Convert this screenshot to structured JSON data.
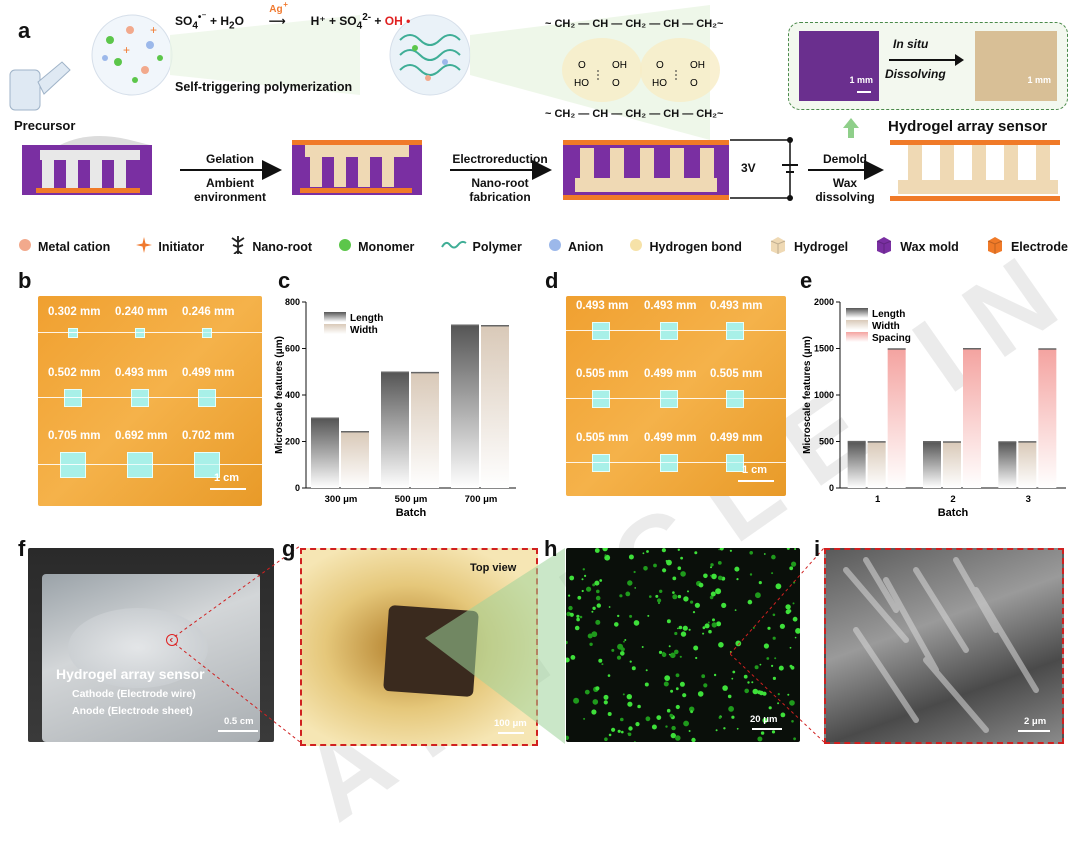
{
  "watermark": "ARTICLE IN PRESS",
  "panel_a": {
    "label": "a",
    "reaction_left": "SO",
    "reaction_eq_catalyst": "Ag",
    "reaction_products_prefix": "H⁺ + SO",
    "reaction_oh": "OH",
    "self_trigger": "Self-triggering polymerization",
    "precursor": "Precursor",
    "step1_top": "Gelation",
    "step1_bottom_1": "Ambient",
    "step1_bottom_2": "environment",
    "step2_top": "Electroreduction",
    "step2_bottom_1": "Nano-root",
    "step2_bottom_2": "fabrication",
    "voltage": "3V",
    "step3_top": "Demold",
    "step3_bottom_1": "Wax",
    "step3_bottom_2": "dissolving",
    "sensor_title": "Hydrogel array sensor",
    "insitu_1": "In situ",
    "insitu_2": "Dissolving",
    "insitu_scale_left": "1 mm",
    "insitu_scale_right": "1 mm",
    "chem_top": "~ CH₂ — CH — CH₂ — CH — CH₂~",
    "chem_bottom": "~ CH₂ — CH — CH₂ — CH — CH₂~"
  },
  "legend": [
    {
      "name": "Metal cation",
      "color": "#f2a98c",
      "shape": "dot"
    },
    {
      "name": "Initiator",
      "color": "#f07a30",
      "shape": "star"
    },
    {
      "name": "Nano-root",
      "color": "#222222",
      "shape": "root"
    },
    {
      "name": "Monomer",
      "color": "#5cc64a",
      "shape": "dot"
    },
    {
      "name": "Polymer",
      "color": "#3fae96",
      "shape": "wave"
    },
    {
      "name": "Anion",
      "color": "#9cb8ea",
      "shape": "dot"
    },
    {
      "name": "Hydrogen bond",
      "color": "#f6e2a8",
      "shape": "dot"
    },
    {
      "name": "Hydrogel",
      "color": "#efd9b4",
      "shape": "cube"
    },
    {
      "name": "Wax mold",
      "color": "#7a2fa2",
      "shape": "cube"
    },
    {
      "name": "Electrode",
      "color": "#f07a28",
      "shape": "cube"
    }
  ],
  "panel_b": {
    "label": "b",
    "rows": [
      [
        "0.302 mm",
        "0.240 mm",
        "0.246 mm"
      ],
      [
        "0.502 mm",
        "0.493 mm",
        "0.499 mm"
      ],
      [
        "0.705 mm",
        "0.692 mm",
        "0.702 mm"
      ]
    ],
    "scale": "1 cm"
  },
  "panel_d": {
    "label": "d",
    "rows": [
      [
        "0.493 mm",
        "0.493 mm",
        "0.493 mm"
      ],
      [
        "0.505 mm",
        "0.499 mm",
        "0.505 mm"
      ],
      [
        "0.505 mm",
        "0.499 mm",
        "0.499 mm"
      ]
    ],
    "scale": "1 cm"
  },
  "chart_data": [
    {
      "panel": "c",
      "type": "bar",
      "categories": [
        "300 μm",
        "500 μm",
        "700 μm"
      ],
      "series": [
        {
          "name": "Length",
          "values": [
            300,
            498,
            700
          ],
          "color": "#555555"
        },
        {
          "name": "Width",
          "values": [
            242,
            496,
            698
          ],
          "color": "#d9c9b8"
        }
      ],
      "xlabel": "Batch",
      "ylabel": "Microscale features (μm)",
      "ylim": [
        0,
        800
      ],
      "yticks": [
        0,
        200,
        400,
        600,
        800
      ]
    },
    {
      "panel": "e",
      "type": "bar",
      "categories": [
        "1",
        "2",
        "3"
      ],
      "series": [
        {
          "name": "Length",
          "values": [
            498,
            497,
            495
          ],
          "color": "#555555"
        },
        {
          "name": "Width",
          "values": [
            496,
            495,
            496
          ],
          "color": "#d9c9b8"
        },
        {
          "name": "Spacing",
          "values": [
            1495,
            1497,
            1494
          ],
          "color": "#f4a3a0"
        }
      ],
      "xlabel": "Batch",
      "ylabel": "Microscale features (μm)",
      "ylim": [
        0,
        2000
      ],
      "yticks": [
        0,
        500,
        1000,
        1500,
        2000
      ]
    }
  ],
  "panel_f": {
    "label": "f",
    "title": "Hydrogel array sensor",
    "cathode": "Cathode (Electrode wire)",
    "anode": "Anode (Electrode sheet)",
    "scale": "0.5 cm"
  },
  "panel_g": {
    "label": "g",
    "title": "Top view",
    "scale": "100 μm"
  },
  "panel_h": {
    "label": "h",
    "scale": "20 μm"
  },
  "panel_i": {
    "label": "i",
    "scale": "2 μm"
  }
}
